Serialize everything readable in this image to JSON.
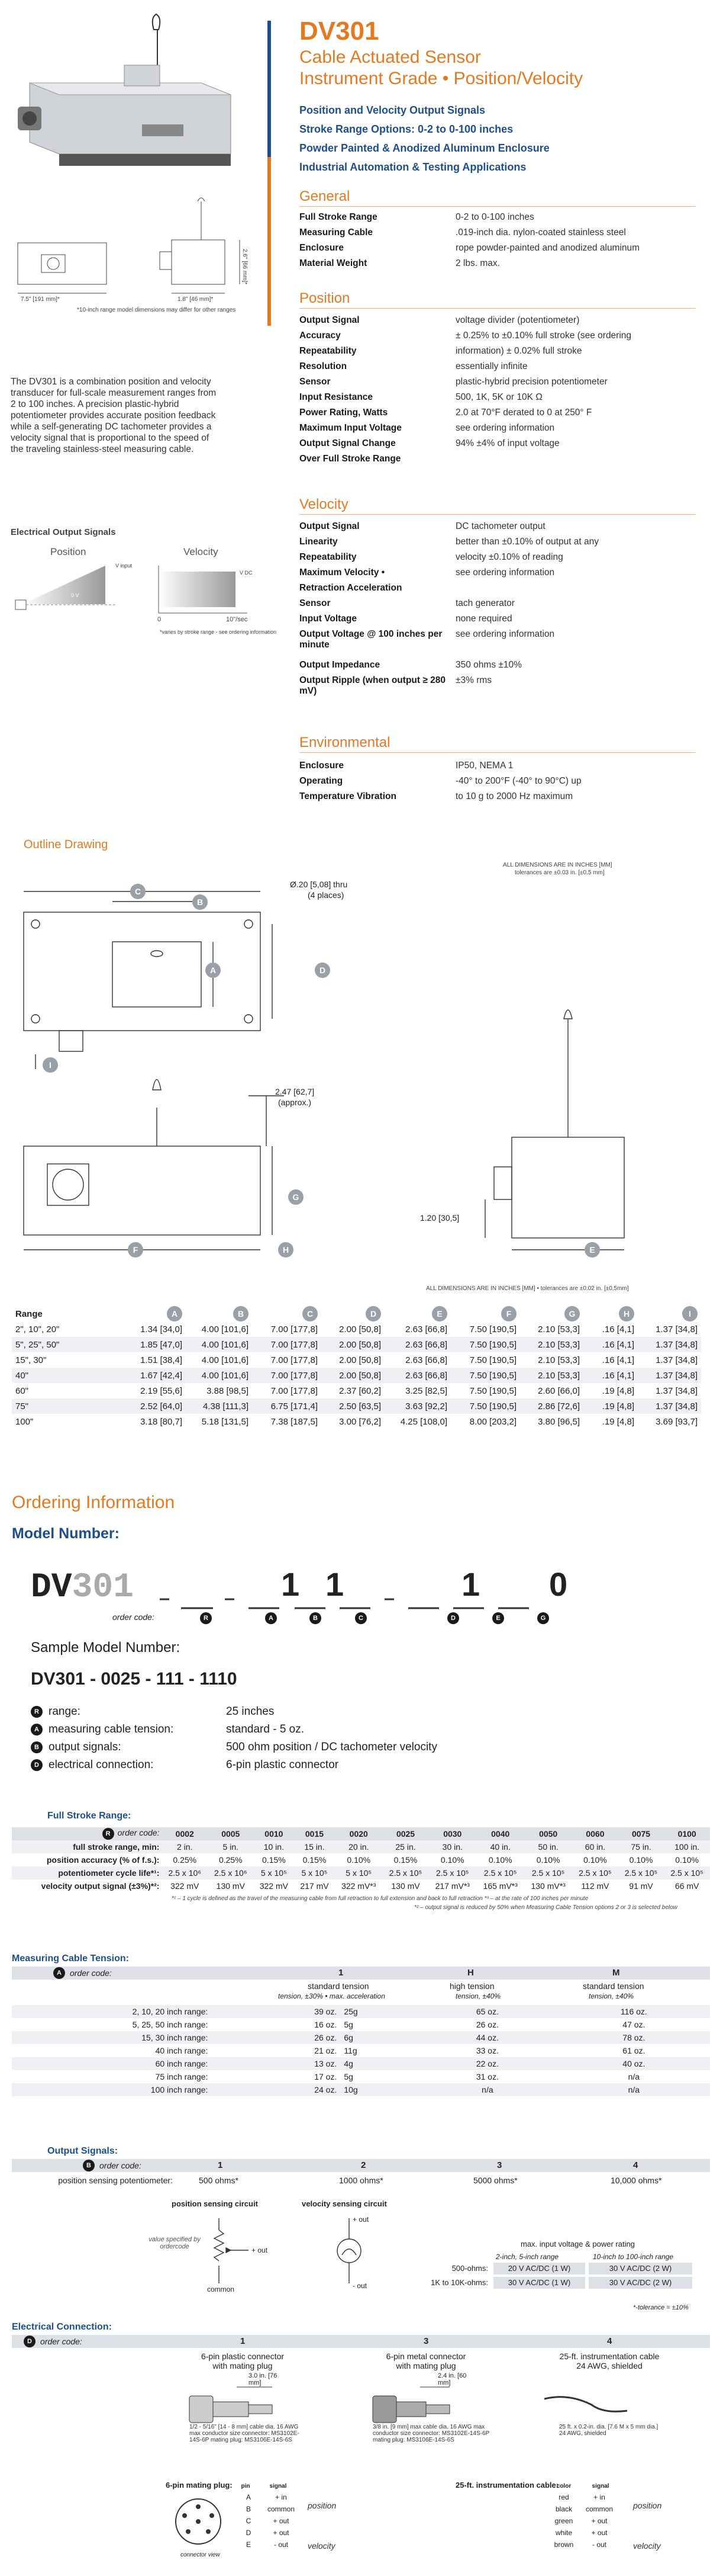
{
  "header": {
    "model": "DV301",
    "subtitle1": "Cable Actuated Sensor",
    "subtitle2": "Instrument Grade • Position/Velocity",
    "features": [
      "Position and Velocity Output Signals",
      "Stroke Range Options: 0-2 to 0-100 inches",
      "Powder Painted & Anodized Aluminum Enclosure",
      "Industrial Automation & Testing Applications"
    ]
  },
  "photo_note": "*10-inch range model dimensions may differ for other ranges",
  "photo_dims": {
    "a": "7.5\" [191 mm]*",
    "b": "1.8\" [46 mm]*",
    "c": "2.6\" [66 mm]*"
  },
  "description": "The DV301 is a combination position and velocity transducer for full-scale measurement ranges from 2 to 100 inches.  A precision plastic-hybrid potentiometer provides accurate position feedback while a self-generating DC tachometer provides a velocity signal that is proportional to the speed of the traveling stainless-steel measuring cable.",
  "signals": {
    "title": "Electrical Output Signals",
    "position_label": "Position",
    "velocity_label": "Velocity",
    "v_input": "V input",
    "v_plus": "0 V",
    "v_dc1": "V DC",
    "zero": "0",
    "rate": "10\"/sec",
    "footnote": "*varies by stroke range - see ordering information"
  },
  "general": {
    "title": "General",
    "rows": [
      {
        "k": "Full Stroke Range",
        "v": "0-2 to 0-100 inches"
      },
      {
        "k": "Measuring Cable",
        "v": ".019-inch dia. nylon-coated stainless steel"
      },
      {
        "k": "Enclosure",
        "v": "rope powder-painted and anodized aluminum"
      },
      {
        "k": "Material Weight",
        "v": "2 lbs. max."
      }
    ]
  },
  "position": {
    "title": "Position",
    "rows": [
      {
        "k": "Output Signal",
        "v": "voltage divider (potentiometer)"
      },
      {
        "k": "Accuracy",
        "v": "± 0.25% to ±0.10% full stroke (see ordering"
      },
      {
        "k": "Repeatability",
        "v": "information) ± 0.02% full stroke"
      },
      {
        "k": "Resolution",
        "v": "essentially infinite"
      },
      {
        "k": "Sensor",
        "v": "plastic-hybrid precision potentiometer"
      },
      {
        "k": "Input Resistance",
        "v": "500, 1K, 5K or 10K Ω"
      },
      {
        "k": "Power Rating, Watts",
        "v": "2.0 at 70°F derated to 0 at 250° F"
      },
      {
        "k": "Maximum Input Voltage",
        "v": "see ordering information"
      },
      {
        "k": "Output Signal Change",
        "v": "94% ±4% of input voltage"
      },
      {
        "k": "Over Full Stroke Range",
        "v": ""
      }
    ]
  },
  "velocity": {
    "title": "Velocity",
    "rows": [
      {
        "k": "Output Signal",
        "v": "DC tachometer output"
      },
      {
        "k": "Linearity",
        "v": "better than ±0.10% of output at any"
      },
      {
        "k": "Repeatability",
        "v": "velocity ±0.10% of reading"
      },
      {
        "k": "Maximum Velocity •",
        "v": "see ordering information"
      },
      {
        "k": "Retraction Acceleration",
        "v": ""
      },
      {
        "k": "Sensor",
        "v": "tach generator"
      },
      {
        "k": "Input Voltage",
        "v": "none required"
      },
      {
        "k": "Output Voltage @ 100 inches per minute",
        "v": "see ordering information"
      },
      {
        "k": "Output Impedance",
        "v": "350 ohms ±10%"
      },
      {
        "k": "Output Ripple (when output ≥ 280 mV)",
        "v": "±3% rms"
      }
    ]
  },
  "environmental": {
    "title": "Environmental",
    "rows": [
      {
        "k": "Enclosure",
        "v": "IP50, NEMA 1"
      },
      {
        "k": "Operating",
        "v": "-40° to 200°F (-40° to 90°C) up"
      },
      {
        "k": "Temperature Vibration",
        "v": "to 10 g to 2000 Hz maximum"
      }
    ]
  },
  "outline": {
    "title": "Outline Drawing",
    "dims_note1": "ALL DIMENSIONS ARE IN INCHES [MM]",
    "dims_note2": "tolerances are ±0.03 in. [±0.5 mm]",
    "hole": "Ø.20 [5,08] thru",
    "hole2": "(4 places)",
    "h247": "2.47 [62,7]",
    "h247b": "(approx.)",
    "h120": "1.20 [30,5]",
    "dims_note3": "ALL DIMENSIONS ARE IN INCHES [MM] • tolerances are ±0.02 in. [±0,5mm]",
    "letters": [
      "A",
      "B",
      "C",
      "D",
      "E",
      "F",
      "G",
      "H",
      "I"
    ]
  },
  "dim_table": {
    "headers": [
      "Range",
      "A",
      "B",
      "C",
      "D",
      "E",
      "F",
      "G",
      "H",
      "I"
    ],
    "rows": [
      [
        "2\", 10\", 20\"",
        "1.34 [34,0]",
        "4.00 [101,6]",
        "7.00 [177,8]",
        "2.00 [50,8]",
        "2.63 [66,8]",
        "7.50 [190,5]",
        "2.10 [53,3]",
        ".16 [4,1]",
        "1.37 [34,8]"
      ],
      [
        "5\", 25\", 50\"",
        "1.85 [47,0]",
        "4.00 [101,6]",
        "7.00 [177,8]",
        "2.00 [50,8]",
        "2.63 [66,8]",
        "7.50 [190,5]",
        "2.10 [53,3]",
        ".16 [4,1]",
        "1.37 [34,8]"
      ],
      [
        "15\", 30\"",
        "1.51 [38,4]",
        "4.00 [101,6]",
        "7.00 [177,8]",
        "2.00 [50,8]",
        "2.63 [66,8]",
        "7.50 [190,5]",
        "2.10 [53,3]",
        ".16 [4,1]",
        "1.37 [34,8]"
      ],
      [
        "40\"",
        "1.67 [42,4]",
        "4.00 [101,6]",
        "7.00 [177,8]",
        "2.00 [50,8]",
        "2.63 [66,8]",
        "7.50 [190,5]",
        "2.10 [53,3]",
        ".16 [4,1]",
        "1.37 [34,8]"
      ],
      [
        "60\"",
        "2.19 [55,6]",
        "3.88 [98,5]",
        "7.00 [177,8]",
        "2.37 [60,2]",
        "3.25 [82,5]",
        "7.50 [190,5]",
        "2.60 [66,0]",
        ".19 [4,8]",
        "1.37 [34,8]"
      ],
      [
        "75\"",
        "2.52 [64,0]",
        "4.38 [111,3]",
        "6.75 [171,4]",
        "2.50 [63,5]",
        "3.63 [92,2]",
        "7.50 [190,5]",
        "2.86 [72,6]",
        ".19 [4,8]",
        "1.37 [34,8]"
      ],
      [
        "100\"",
        "3.18 [80,7]",
        "5.18 [131,5]",
        "7.38 [187,5]",
        "3.00 [76,2]",
        "4.25 [108,0]",
        "8.00 [203,2]",
        "3.80 [96,5]",
        ".19 [4,8]",
        "3.69 [93,7]"
      ]
    ]
  },
  "ordering": {
    "title": "Ordering Information",
    "model_number": "Model Number:",
    "code_prefix": "DV",
    "code_gray": "301",
    "code_letters": [
      "R",
      "A",
      "B",
      "C",
      "D",
      "E",
      "G"
    ],
    "code_digits": [
      "1",
      "1",
      "1",
      "0"
    ],
    "order_code_label": "order code:",
    "sample_title": "Sample Model Number:",
    "sample": "DV301 - 0025 - 111 - 1110",
    "sample_rows": [
      {
        "l": "R",
        "k": "range:",
        "v": "25 inches"
      },
      {
        "l": "A",
        "k": "measuring cable tension:",
        "v": "standard - 5 oz."
      },
      {
        "l": "B",
        "k": "output signals:",
        "v": "500 ohm position / DC tachometer velocity"
      },
      {
        "l": "D",
        "k": "electrical connection:",
        "v": "6-pin plastic connector"
      }
    ]
  },
  "stroke": {
    "title": "Full Stroke Range:",
    "codes": [
      "0002",
      "0005",
      "0010",
      "0015",
      "0020",
      "0025",
      "0030",
      "0040",
      "0050",
      "0060",
      "0075",
      "0100"
    ],
    "range_label": "full stroke range, min:",
    "range": [
      "2 in.",
      "5 in.",
      "10 in.",
      "15 in.",
      "20 in.",
      "25 in.",
      "30 in.",
      "40 in.",
      "50 in.",
      "60 in.",
      "75 in.",
      "100 in."
    ],
    "acc_label": "position accuracy (% of f.s.):",
    "acc": [
      "0.25%",
      "0.25%",
      "0.15%",
      "0.15%",
      "0.10%",
      "0.15%",
      "0.10%",
      "0.10%",
      "0.10%",
      "0.10%",
      "0.10%",
      "0.10%"
    ],
    "life_label": "potentiometer cycle life*¹:",
    "life": [
      "2.5 x 10⁶",
      "2.5 x 10⁶",
      "5 x 10⁵",
      "5 x 10⁵",
      "5 x 10⁵",
      "2.5 x 10⁵",
      "2.5 x 10⁵",
      "2.5 x 10⁵",
      "2.5 x 10⁵",
      "2.5 x 10⁵",
      "2.5 x 10⁵",
      "2.5 x 10⁵"
    ],
    "vel_label": "velocity output signal (±3%)*²:",
    "vel": [
      "322 mV",
      "130 mV",
      "322 mV",
      "217 mV",
      "322 mV*³",
      "130 mV",
      "217 mV*³",
      "165 mV*³",
      "130 mV*³",
      "112 mV",
      "91 mV",
      "66 mV"
    ],
    "note1": "*¹ – 1 cycle is defined as the travel of the measuring cable from full retraction to full extension and back to full retraction   *³ – at the rate of 100 inches per minute",
    "note2": "*² – output signal is reduced by 50% when Measuring Cable Tension options 2 or 3 is selected below"
  },
  "tension": {
    "title": "Measuring Cable Tension:",
    "codes": [
      "1",
      "H",
      "M"
    ],
    "col_heads": [
      "standard tension",
      "high tension",
      "standard tension"
    ],
    "col_sub": [
      "tension, ±30% • max. acceleration",
      "tension, ±40%",
      "tension, ±40%"
    ],
    "rows": [
      {
        "r": "2, 10, 20 inch range:",
        "a": "39 oz.",
        "b": "25g",
        "c": "65 oz.",
        "d": "116 oz."
      },
      {
        "r": "5, 25, 50 inch range:",
        "a": "16 oz.",
        "b": "5g",
        "c": "26 oz.",
        "d": "47 oz."
      },
      {
        "r": "15, 30 inch range:",
        "a": "26 oz.",
        "b": "6g",
        "c": "44 oz.",
        "d": "78 oz."
      },
      {
        "r": "40 inch range:",
        "a": "21 oz.",
        "b": "11g",
        "c": "33 oz.",
        "d": "61 oz."
      },
      {
        "r": "60 inch range:",
        "a": "13 oz.",
        "b": "4g",
        "c": "22 oz.",
        "d": "40 oz."
      },
      {
        "r": "75 inch range:",
        "a": "17 oz.",
        "b": "5g",
        "c": "31 oz.",
        "d": "n/a"
      },
      {
        "r": "100 inch range:",
        "a": "24 oz.",
        "b": "10g",
        "c": "n/a",
        "d": "n/a"
      }
    ]
  },
  "output_signals": {
    "title": "Output Signals:",
    "codes": [
      "1",
      "2",
      "3",
      "4"
    ],
    "row_label": "position sensing potentiometer:",
    "values": [
      "500 ohms*",
      "1000 ohms*",
      "5000 ohms*",
      "10,000 ohms*"
    ],
    "pos_circuit": "position sensing circuit",
    "vel_circuit": "velocity sensing circuit",
    "value_note": "value specified by ordercode",
    "common": "common",
    "plus_out": "+ out",
    "minus_out": "- out",
    "max_title": "max. input voltage & power rating",
    "col1": "2-inch, 5-inch range",
    "col2": "10-inch to 100-inch range",
    "r1_label": "500-ohms:",
    "r1_a": "20 V AC/DC (1 W)",
    "r1_b": "30 V AC/DC (2 W)",
    "r2_label": "1K to 10K-ohms:",
    "r2_a": "30 V AC/DC (1 W)",
    "r2_b": "30 V AC/DC (2 W)",
    "tol": "*-tolerance = ±10%"
  },
  "electrical": {
    "title": "Electrical Connection:",
    "codes": [
      "1",
      "3",
      "4"
    ],
    "items": [
      {
        "t1": "6-pin plastic connector",
        "t2": "with mating plug",
        "dim": "3.0 in. [76 mm]",
        "desc": "1/2 - 5/16\" [14 - 8 mm] cable dia. 16 AWG max conductor size connector: MS3102E-14S-6P mating plug: MS3106E-14S-6S"
      },
      {
        "t1": "6-pin metal connector",
        "t2": "with mating plug",
        "dim": "2.4 in. [60 mm]",
        "desc": "3/8 in. [9 mm] max cable dia. 16 AWG max conductor size connector: MS3102E-14S-6P mating plug: MS3106E-14S-6S"
      },
      {
        "t1": "25-ft. instrumentation cable",
        "t2": "24 AWG, shielded",
        "dim": "",
        "desc": "25 ft. x 0.2-in. dia. [7.6 M x 5 mm dia.] 24 AWG, shielded"
      }
    ],
    "plug_title": "6-pin mating plug:",
    "cable_title": "25-ft. instrumentation cable:",
    "pin_col": "pin",
    "signal_col": "signal",
    "color_col": "color",
    "pins": [
      {
        "p": "A",
        "s": "+ in"
      },
      {
        "p": "B",
        "s": "common"
      },
      {
        "p": "C",
        "s": "+ out"
      },
      {
        "p": "D",
        "s": "+ out"
      },
      {
        "p": "E",
        "s": "- out"
      }
    ],
    "colors": [
      {
        "c": "red",
        "s": "+ in"
      },
      {
        "c": "black",
        "s": "common"
      },
      {
        "c": "green",
        "s": "+ out"
      },
      {
        "c": "white",
        "s": "+ out"
      },
      {
        "c": "brown",
        "s": "- out"
      }
    ],
    "position": "position",
    "velocity": "velocity",
    "connector_view": "connector view"
  }
}
